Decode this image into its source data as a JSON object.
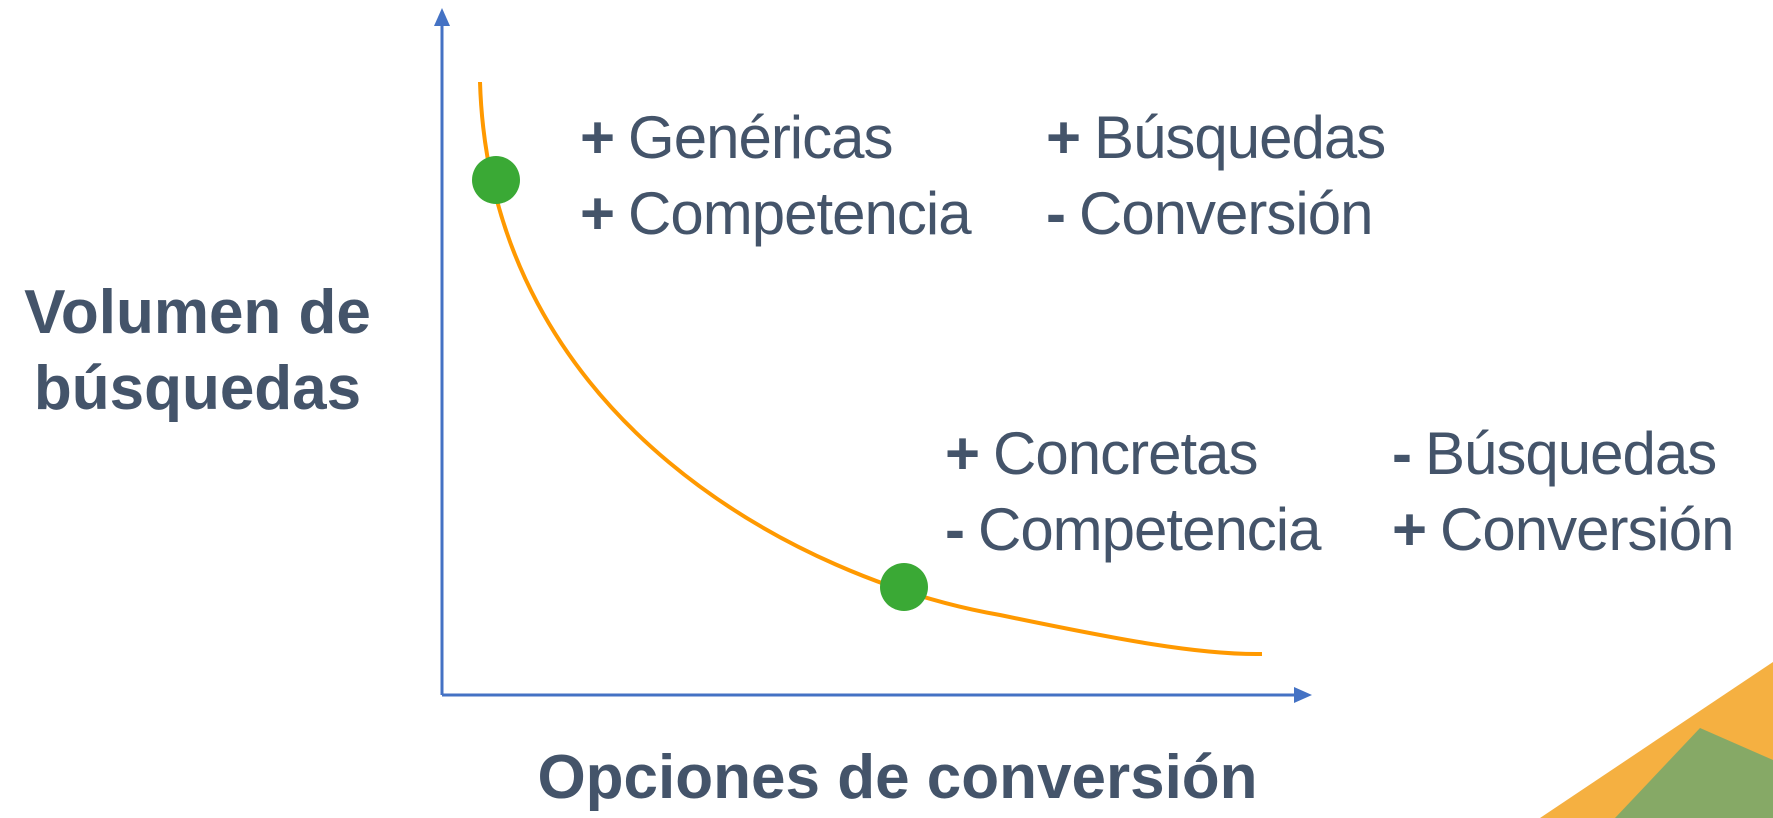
{
  "axes": {
    "y_title_line1": "Volumen de",
    "y_title_line2": "búsquedas",
    "x_title": "Opciones de conversión"
  },
  "notes": {
    "top_left": [
      {
        "sign": "+",
        "text": "Genéricas"
      },
      {
        "sign": "+",
        "text": "Competencia"
      }
    ],
    "top_right": [
      {
        "sign": "+",
        "text": "Búsquedas"
      },
      {
        "sign": "-",
        "text": "Conversión"
      }
    ],
    "bottom_left": [
      {
        "sign": "+",
        "text": "Concretas"
      },
      {
        "sign": "-",
        "text": "Competencia"
      }
    ],
    "bottom_right": [
      {
        "sign": "-",
        "text": "Búsquedas"
      },
      {
        "sign": "+",
        "text": "Conversión"
      }
    ]
  },
  "colors": {
    "axis": "#4472c4",
    "curve": "#ff9900",
    "point": "#3aa935",
    "text": "#44546a",
    "corner_orange": "#f5b041",
    "corner_green": "#7aa86a"
  }
}
